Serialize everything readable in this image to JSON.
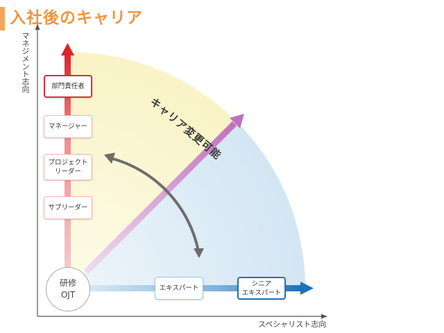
{
  "page": {
    "title": "入社後のキャリア"
  },
  "axes": {
    "y_label": "マネジメント志向",
    "x_label": "スペシャリスト志向"
  },
  "management_track": [
    {
      "label": "部門責任者",
      "highlight": true
    },
    {
      "label": "マネージャー",
      "highlight": false
    },
    {
      "label": "プロジェクト\nリーダー",
      "highlight": false
    },
    {
      "label": "サブリーダー",
      "highlight": false
    }
  ],
  "specialist_track": [
    {
      "label": "エキスパート",
      "highlight": false
    },
    {
      "label": "シニア\nエキスパート",
      "highlight": true
    }
  ],
  "origin": {
    "label": "研修\nOJT"
  },
  "career_change": {
    "label": "キャリア変更可能"
  },
  "colors": {
    "title": "#f0953f",
    "management_arrow": "#e0212b",
    "management_area": "#fbf6cf",
    "specialist_arrow": "#1f72b8",
    "specialist_area": "#d9e9f4",
    "diagonal_arrow": "#c77cc4"
  }
}
